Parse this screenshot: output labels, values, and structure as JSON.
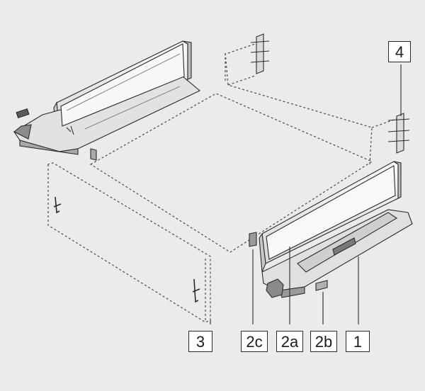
{
  "callouts": [
    {
      "id": "drawer-side-left-label",
      "text": "3"
    },
    {
      "id": "pin-label",
      "text": "2c"
    },
    {
      "id": "side-panel-label",
      "text": "2a"
    },
    {
      "id": "clip-label",
      "text": "2b"
    },
    {
      "id": "runner-label",
      "text": "1"
    },
    {
      "id": "bracket-label",
      "text": "4"
    }
  ],
  "colors": {
    "background": "#ebebeb",
    "line": "#3a3a3a",
    "panel": "#f6f6f6",
    "shade": "#b8b8b8"
  }
}
